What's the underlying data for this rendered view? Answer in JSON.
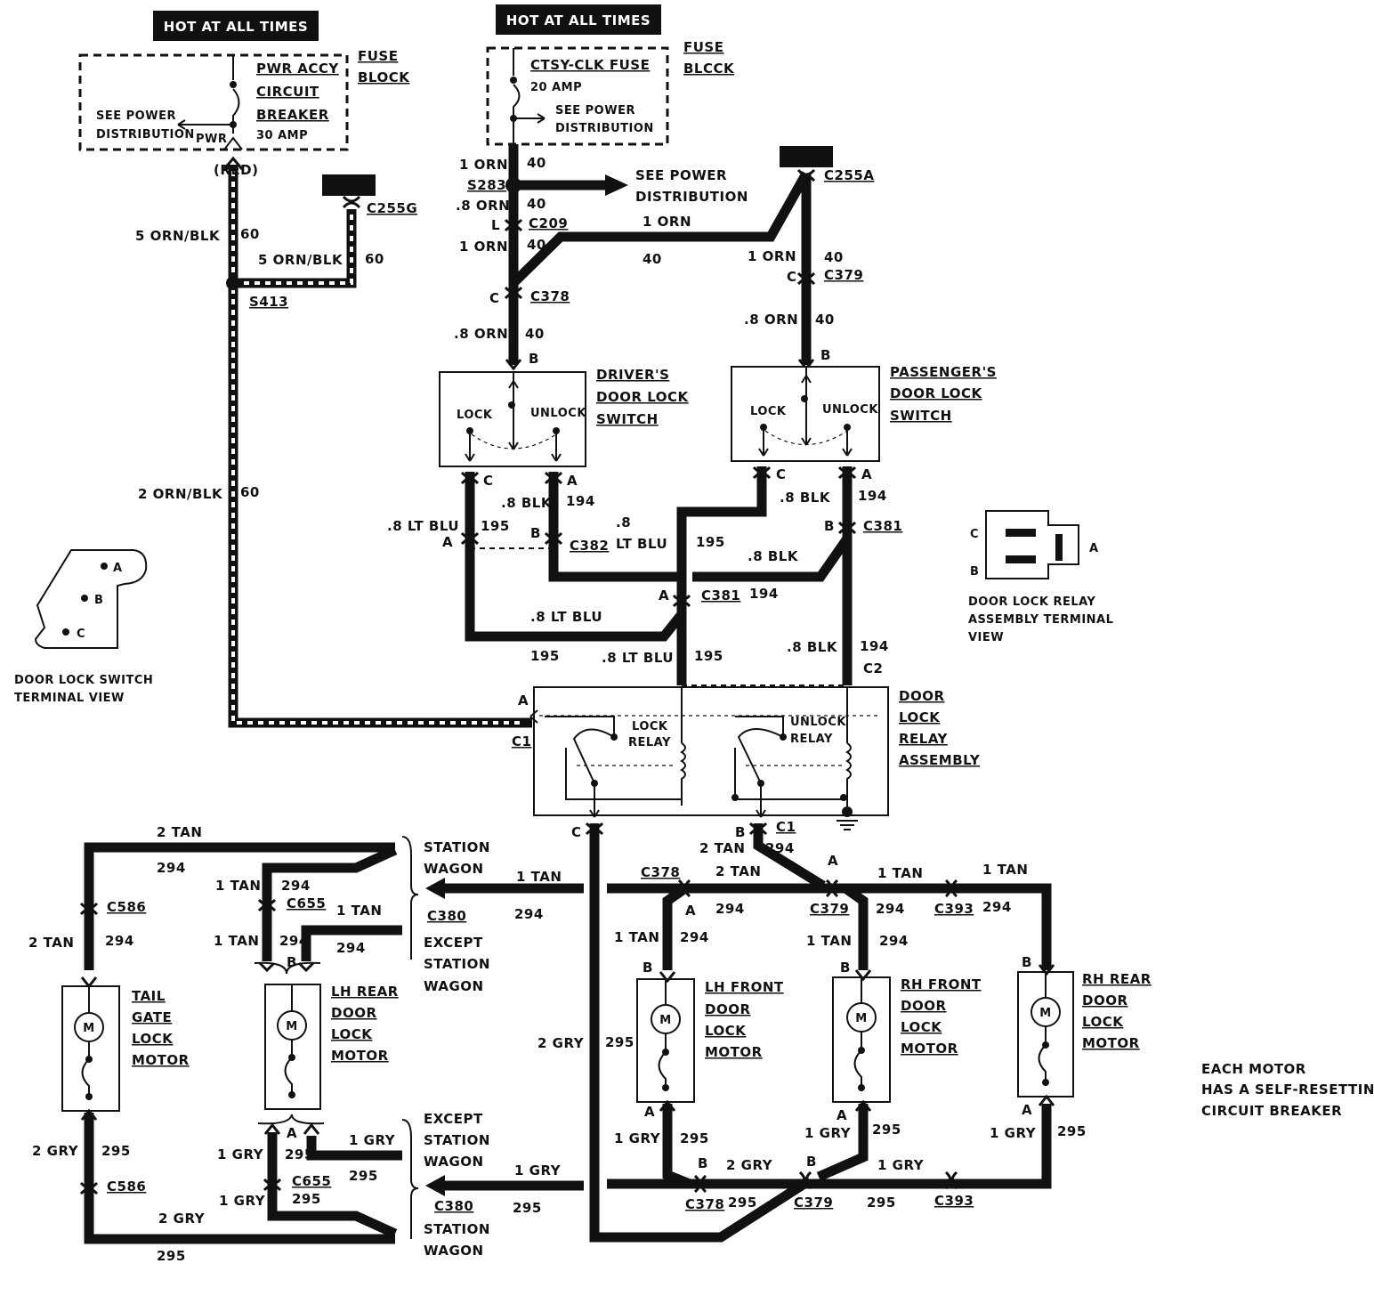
{
  "top_labels": {
    "hot_left": "HOT AT ALL TIMES",
    "hot_right": "HOT AT ALL TIMES"
  },
  "fuse_left": {
    "fuse_block": [
      "FUSE",
      "BLOCK"
    ],
    "breaker": [
      "PWR ACCY",
      "CIRCUIT",
      "BREAKER"
    ],
    "amp": "30 AMP",
    "see_power": [
      "SEE POWER",
      "DISTRIBUTION"
    ],
    "pwr": "PWR"
  },
  "fuse_right": {
    "fuse_block": [
      "FUSE",
      "BLCCK"
    ],
    "fuse_name": "CTSY-CLK FUSE",
    "amp": "20 AMP",
    "see_power": [
      "SEE POWER",
      "DISTRIBUTION"
    ]
  },
  "see_power_arrow": [
    "SEE POWER",
    "DISTRIBUTION"
  ],
  "wires": {
    "red": "(RED)",
    "orn_blk_5a": "5 ORN/BLK",
    "orn_blk_5b": "5 ORN/BLK",
    "orn_blk_2": "2 ORN/BLK",
    "n60": "60",
    "orn_1": "1 ORN",
    "orn_08": ".8 ORN",
    "orn_08b": ".8 ORN",
    "n40": "40",
    "l": "L",
    "c": "C",
    "b": "B",
    "a": "A",
    "blk_08": ".8 BLK",
    "lt_blu_08": ".8 LT BLU",
    "lt_blu_08_split": [
      ".8",
      "LT BLU"
    ],
    "n194": "194",
    "n195": "195",
    "c2": "C2",
    "c1": "C1",
    "tan_2": "2 TAN",
    "tan_1": "1 TAN",
    "gry_2": "2 GRY",
    "gry_1": "1 GRY",
    "n294": "294",
    "n295": "295"
  },
  "connectors": {
    "s283": "S283",
    "c209": "C209",
    "c378": "C378",
    "c255g": "C255G",
    "c255a": "C255A",
    "c379": "C379",
    "s413": "S413",
    "c382": "C382",
    "c381": "C381",
    "c380": "C380",
    "c586": "C586",
    "c655": "C655",
    "c393": "C393"
  },
  "switches": {
    "driver": [
      "DRIVER'S",
      "DOOR LOCK",
      "SWITCH"
    ],
    "passenger": [
      "PASSENGER'S",
      "DOOR LOCK",
      "SWITCH"
    ],
    "lock": "LOCK",
    "unlock": "UNLOCK"
  },
  "relay": {
    "name": [
      "DOOR",
      "LOCK",
      "RELAY",
      "ASSEMBLY"
    ],
    "lock_relay": [
      "LOCK",
      "RELAY"
    ],
    "unlock_relay": [
      "UNLOCK",
      "RELAY"
    ],
    "terminal_view": [
      "DOOR LOCK RELAY",
      "ASSEMBLY TERMINAL",
      "VIEW"
    ]
  },
  "switch_terminal_view": [
    "DOOR LOCK SWITCH",
    "TERMINAL VIEW"
  ],
  "body_style": {
    "station_wagon": [
      "STATION",
      "WAGON"
    ],
    "except_station_wagon": [
      "EXCEPT",
      "STATION",
      "WAGON"
    ]
  },
  "motors": {
    "m": "M",
    "tailgate": [
      "TAIL",
      "GATE",
      "LOCK",
      "MOTOR"
    ],
    "lh_rear": [
      "LH REAR",
      "DOOR",
      "LOCK",
      "MOTOR"
    ],
    "lh_front": [
      "LH FRONT",
      "DOOR",
      "LOCK",
      "MOTOR"
    ],
    "rh_front": [
      "RH FRONT",
      "DOOR",
      "LOCK",
      "MOTOR"
    ],
    "rh_rear": [
      "RH REAR",
      "DOOR",
      "LOCK",
      "MOTOR"
    ]
  },
  "note": [
    "EACH MOTOR",
    "HAS A SELF-RESETTING",
    "CIRCUIT BREAKER"
  ]
}
